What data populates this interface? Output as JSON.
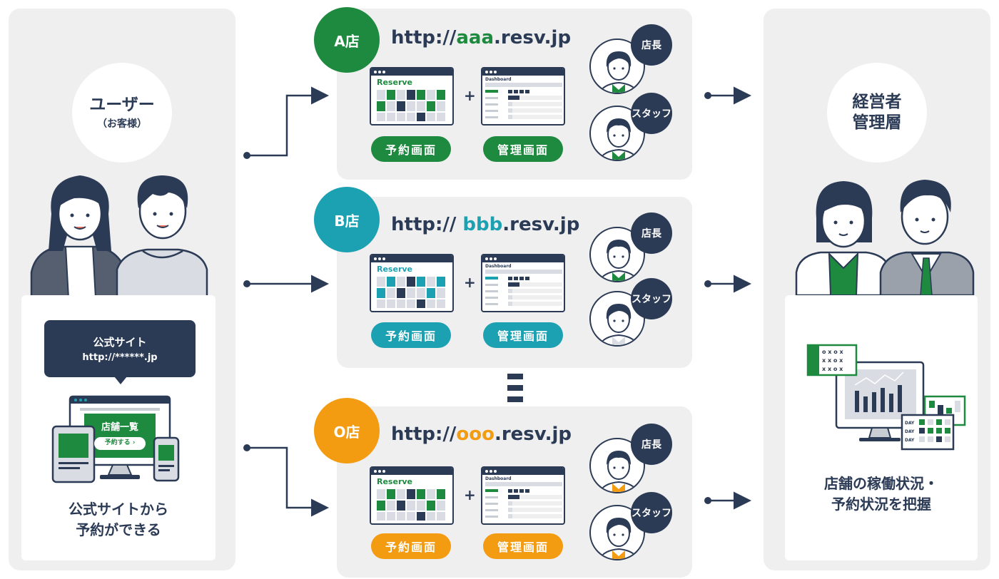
{
  "user": {
    "title": "ユーザー",
    "subtitle": "（お客様）",
    "speech_line1": "公式サイト",
    "speech_line2": "http://******.jp",
    "site_heading": "店舗一覧",
    "site_button": "予約する ›",
    "caption_line1": "公式サイトから",
    "caption_line2": "予約ができる"
  },
  "management": {
    "title_line1": "経営者",
    "title_line2": "管理層",
    "caption_line1": "店舗の稼働状況・",
    "caption_line2": "予約状況を把握",
    "day_label": "DAY"
  },
  "screen_labels": {
    "reserve": "Reserve",
    "dashboard": "Dashboard"
  },
  "stores": [
    {
      "badge": "A店",
      "url_prefix": "http://",
      "url_host": "aaa",
      "url_suffix": ".resv.jp",
      "color": "#1e8a3f",
      "reserve_label": "予約画面",
      "admin_label": "管理画面",
      "role_manager": "店長",
      "role_staff": "スタッフ"
    },
    {
      "badge": "B店",
      "url_prefix": "http:// ",
      "url_host": "bbb",
      "url_suffix": ".resv.jp",
      "color": "#1ba1b1",
      "reserve_label": "予約画面",
      "admin_label": "管理画面",
      "role_manager": "店長",
      "role_staff": "スタッフ"
    },
    {
      "badge": "O店",
      "url_prefix": "http://",
      "url_host": "ooo",
      "url_suffix": ".resv.jp",
      "color": "#f39c12",
      "reserve_label": "予約画面",
      "admin_label": "管理画面",
      "role_manager": "店長",
      "role_staff": "スタッフ"
    }
  ],
  "colors": {
    "navy": "#2b3a55",
    "green": "#1e8a3f",
    "teal": "#1ba1b1",
    "orange": "#f39c12",
    "panel": "#efefef"
  }
}
